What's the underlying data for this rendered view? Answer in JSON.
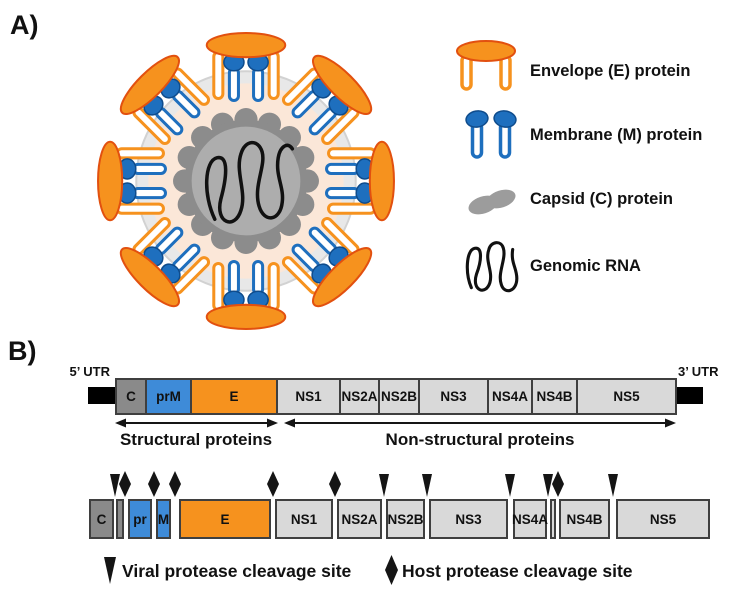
{
  "panel_a": {
    "label": "A)",
    "legend": [
      {
        "icon": "envelope-protein-icon",
        "label": "Envelope (E) protein",
        "color": "#F6921E"
      },
      {
        "icon": "membrane-protein-icon",
        "label": "Membrane (M) protein",
        "color": "#1E6FBE"
      },
      {
        "icon": "capsid-protein-icon",
        "label": "Capsid (C) protein",
        "color": "#9C9C9C"
      },
      {
        "icon": "genomic-rna-icon",
        "label": "Genomic RNA",
        "color": "#111111"
      }
    ]
  },
  "panel_b": {
    "label": "B)",
    "genome": {
      "utr5_label": "5’ UTR",
      "utr3_label": "3’ UTR",
      "segments": [
        {
          "label": "C",
          "color": "#8A8A8A"
        },
        {
          "label": "prM",
          "color": "#3E8BD8"
        },
        {
          "label": "E",
          "color": "#F6921E"
        },
        {
          "label": "NS1",
          "color": "#D9D9D9"
        },
        {
          "label": "NS2A",
          "color": "#D9D9D9"
        },
        {
          "label": "NS2B",
          "color": "#D9D9D9"
        },
        {
          "label": "NS3",
          "color": "#D9D9D9"
        },
        {
          "label": "NS4A",
          "color": "#D9D9D9"
        },
        {
          "label": "NS4B",
          "color": "#D9D9D9"
        },
        {
          "label": "NS5",
          "color": "#D9D9D9"
        }
      ],
      "structural_label": "Structural proteins",
      "nonstructural_label": "Non-structural proteins"
    },
    "polyprotein": {
      "segments": [
        {
          "label": "C",
          "color": "#8A8A8A"
        },
        {
          "label": "",
          "color": "#8A8A8A"
        },
        {
          "label": "pr",
          "color": "#3E8BD8"
        },
        {
          "label": "M",
          "color": "#3E8BD8"
        },
        {
          "label": "E",
          "color": "#F6921E"
        },
        {
          "label": "NS1",
          "color": "#D9D9D9"
        },
        {
          "label": "NS2A",
          "color": "#D9D9D9"
        },
        {
          "label": "NS2B",
          "color": "#D9D9D9"
        },
        {
          "label": "NS3",
          "color": "#D9D9D9"
        },
        {
          "label": "NS4A",
          "color": "#D9D9D9"
        },
        {
          "label": "",
          "color": "#D9D9D9"
        },
        {
          "label": "NS4B",
          "color": "#D9D9D9"
        },
        {
          "label": "NS5",
          "color": "#D9D9D9"
        }
      ],
      "cleavage_markers": [
        "viral",
        "host",
        "host",
        "host",
        "host",
        "host",
        "viral",
        "viral",
        "viral",
        "viral",
        "host",
        "viral"
      ]
    },
    "cleavage_legend": {
      "viral_label": "Viral protease cleavage site",
      "host_label": "Host protease cleavage site"
    }
  },
  "colors": {
    "envelope_orange": "#F6921E",
    "envelope_outline": "#E2500F",
    "membrane_blue": "#1E6FBE",
    "membrane_blue_outline": "#0F4C8C",
    "genome_blue": "#3E8BD8",
    "capsid_gray": "#8C8C8C",
    "capsid_inner_gray": "#ADADAD",
    "ns_box_gray": "#D9D9D9",
    "structural_c_gray": "#8A8A8A",
    "box_border": "#3F3F3F",
    "utr_black": "#000000",
    "lipid_ring_peach": "#FBE7D8",
    "envelope_disc_gray": "#E8E8E8"
  }
}
